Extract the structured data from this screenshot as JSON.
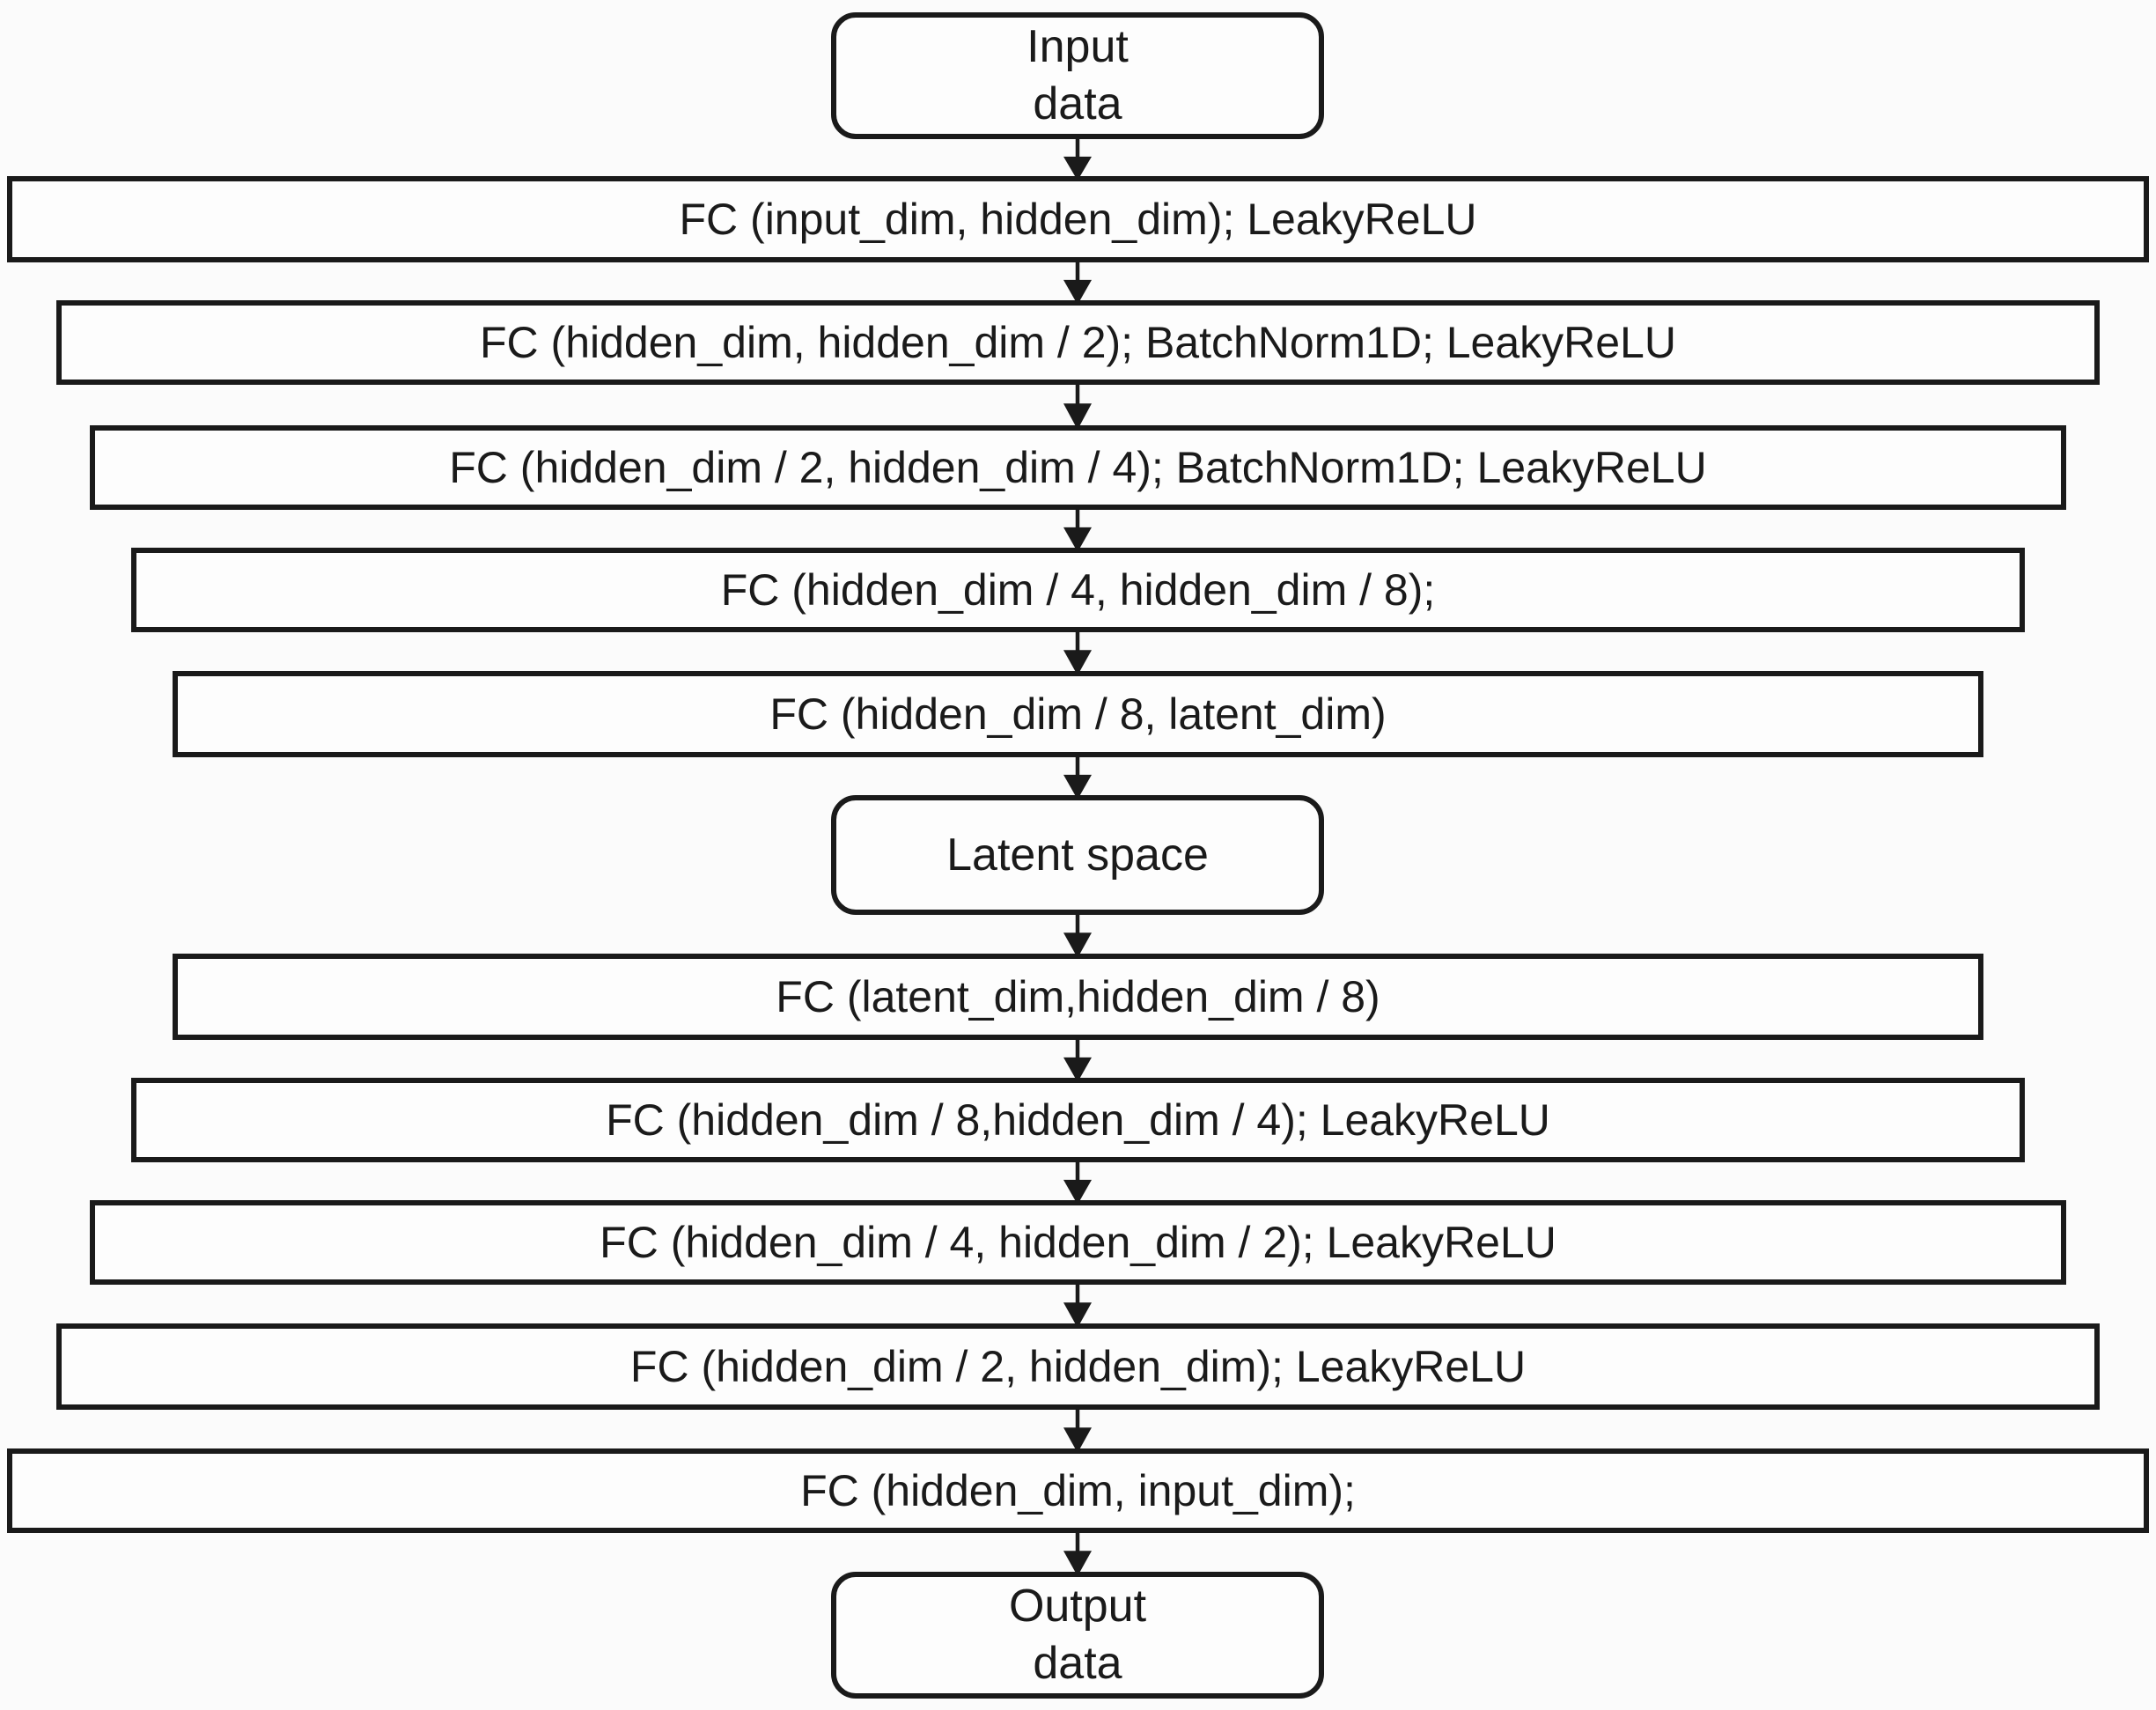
{
  "diagram": {
    "type": "flowchart",
    "colors": {
      "border": "#1a1a1a",
      "text": "#1a1a1a",
      "background": "#fbfbfb",
      "node_fill": "#fdfdfd"
    },
    "nodes": [
      {
        "id": "input-data",
        "shape": "rounded",
        "label": "Input\ndata"
      },
      {
        "id": "enc-fc-1",
        "shape": "rect",
        "label": "FC (input_dim, hidden_dim); LeakyReLU"
      },
      {
        "id": "enc-fc-2",
        "shape": "rect",
        "label": "FC (hidden_dim, hidden_dim / 2); BatchNorm1D; LeakyReLU"
      },
      {
        "id": "enc-fc-3",
        "shape": "rect",
        "label": "FC (hidden_dim / 2, hidden_dim / 4); BatchNorm1D; LeakyReLU"
      },
      {
        "id": "enc-fc-4",
        "shape": "rect",
        "label": "FC (hidden_dim / 4, hidden_dim / 8);"
      },
      {
        "id": "enc-fc-5",
        "shape": "rect",
        "label": "FC (hidden_dim / 8, latent_dim)"
      },
      {
        "id": "latent-space",
        "shape": "rounded",
        "label": "Latent space"
      },
      {
        "id": "dec-fc-1",
        "shape": "rect",
        "label": "FC (latent_dim,hidden_dim / 8)"
      },
      {
        "id": "dec-fc-2",
        "shape": "rect",
        "label": "FC (hidden_dim / 8,hidden_dim / 4); LeakyReLU"
      },
      {
        "id": "dec-fc-3",
        "shape": "rect",
        "label": "FC (hidden_dim / 4, hidden_dim / 2); LeakyReLU"
      },
      {
        "id": "dec-fc-4",
        "shape": "rect",
        "label": "FC (hidden_dim / 2, hidden_dim); LeakyReLU"
      },
      {
        "id": "dec-fc-5",
        "shape": "rect",
        "label": "FC (hidden_dim, input_dim);"
      },
      {
        "id": "output-data",
        "shape": "rounded",
        "label": "Output\ndata"
      }
    ]
  }
}
